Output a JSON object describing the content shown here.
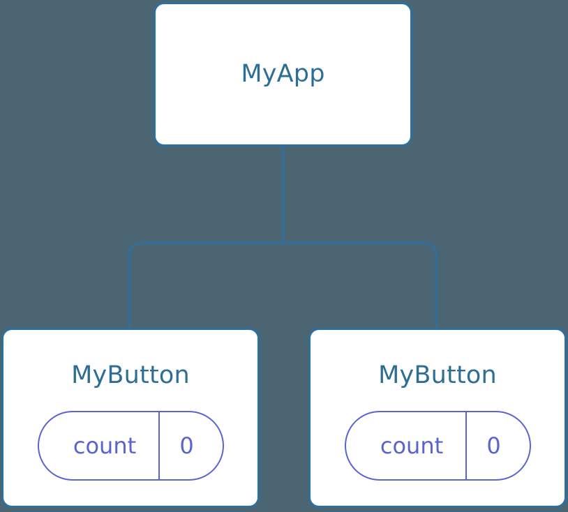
{
  "diagram": {
    "type": "component-tree",
    "background_color": "#4b6672",
    "edge_color": "#2d6f9f",
    "card_border_color": "#2d6f9f",
    "card_fill_color": "#ffffff",
    "title_color": "#2d6e96",
    "badge_color": "#5a63d2",
    "root": {
      "label": "MyApp"
    },
    "children": [
      {
        "label": "MyButton",
        "state": {
          "key": "count",
          "value": "0"
        }
      },
      {
        "label": "MyButton",
        "state": {
          "key": "count",
          "value": "0"
        }
      }
    ]
  }
}
